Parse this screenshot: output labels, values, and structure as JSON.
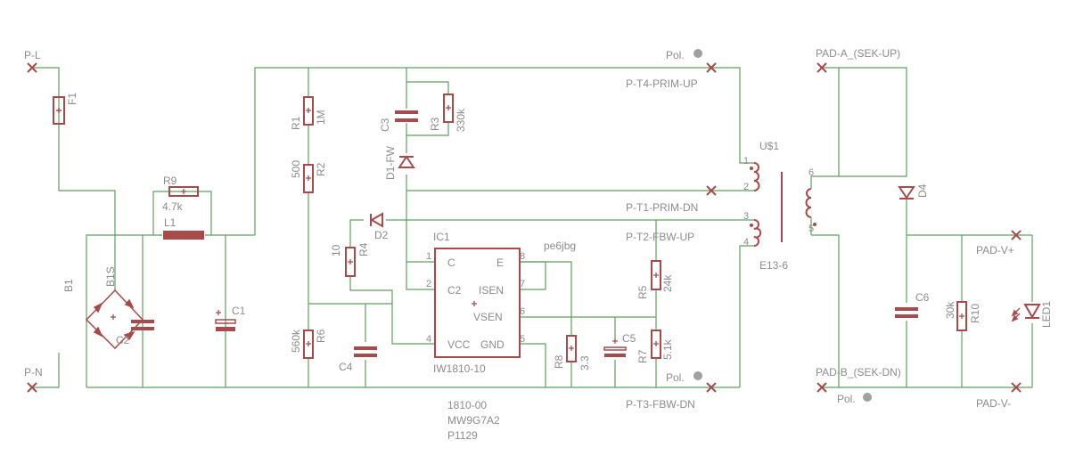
{
  "colors": {
    "wire": "#5fa05f",
    "part": "#a84a4a",
    "text": "#8c8c8c",
    "marker": "#a0a0a0"
  },
  "pads": {
    "p_l": "P-L",
    "p_n": "P-N",
    "t4": "P-T4-PRIM-UP",
    "t1": "P-T1-PRIM-DN",
    "t2": "P-T2-FBW-UP",
    "t3": "P-T3-FBW-DN",
    "pad_a": "PAD-A_(SEK-UP)",
    "pad_b": "PAD-B_(SEK-DN)",
    "pad_vp": "PAD-V+",
    "pad_vm": "PAD-V-",
    "pol": "Pol."
  },
  "parts": {
    "f1": "F1",
    "r9": "R9",
    "r9_val": "4.7k",
    "l1": "L1",
    "b1": "B1",
    "b1s": "B1S",
    "c2": "C2",
    "c1": "C1",
    "r1": "R1",
    "r1_val": "1M",
    "r2": "R2",
    "r2_val": "500",
    "r3": "R3",
    "r3_val": "330k",
    "c3": "C3",
    "d1": "D1-FW",
    "d2": "D2",
    "r4": "R4",
    "r4_val": "10",
    "r6": "R6",
    "r6_val": "560k",
    "c4": "C4",
    "ic1": "IC1",
    "ic1_val": "IW1810-10",
    "r8": "R8",
    "r8_val": "3.3",
    "c5": "C5",
    "r5": "R5",
    "r5_val": "24k",
    "r7": "R7",
    "r7_val": "5.1k",
    "u1": "U$1",
    "u1_val": "E13-6",
    "d4": "D4",
    "c6": "C6",
    "r10": "R10",
    "r10_val": "30k",
    "led1": "LED1",
    "pe6jbg": "pe6jbg"
  },
  "ic_pins": {
    "n1": "1",
    "n2": "2",
    "n4": "4",
    "n5": "5",
    "n6": "6",
    "n7": "7",
    "n8": "8",
    "c": "C",
    "c2": "C2",
    "vcc": "VCC",
    "e": "E",
    "isen": "ISEN",
    "vsen": "VSEN",
    "gnd": "GND"
  },
  "xfmr_pins": {
    "p1": "1",
    "p2": "2",
    "p3": "3",
    "p4": "4",
    "p5": "5",
    "p6": "6"
  },
  "footer": {
    "line1": "1810-00",
    "line2": "MW9G7A2",
    "line3": "P1129"
  }
}
